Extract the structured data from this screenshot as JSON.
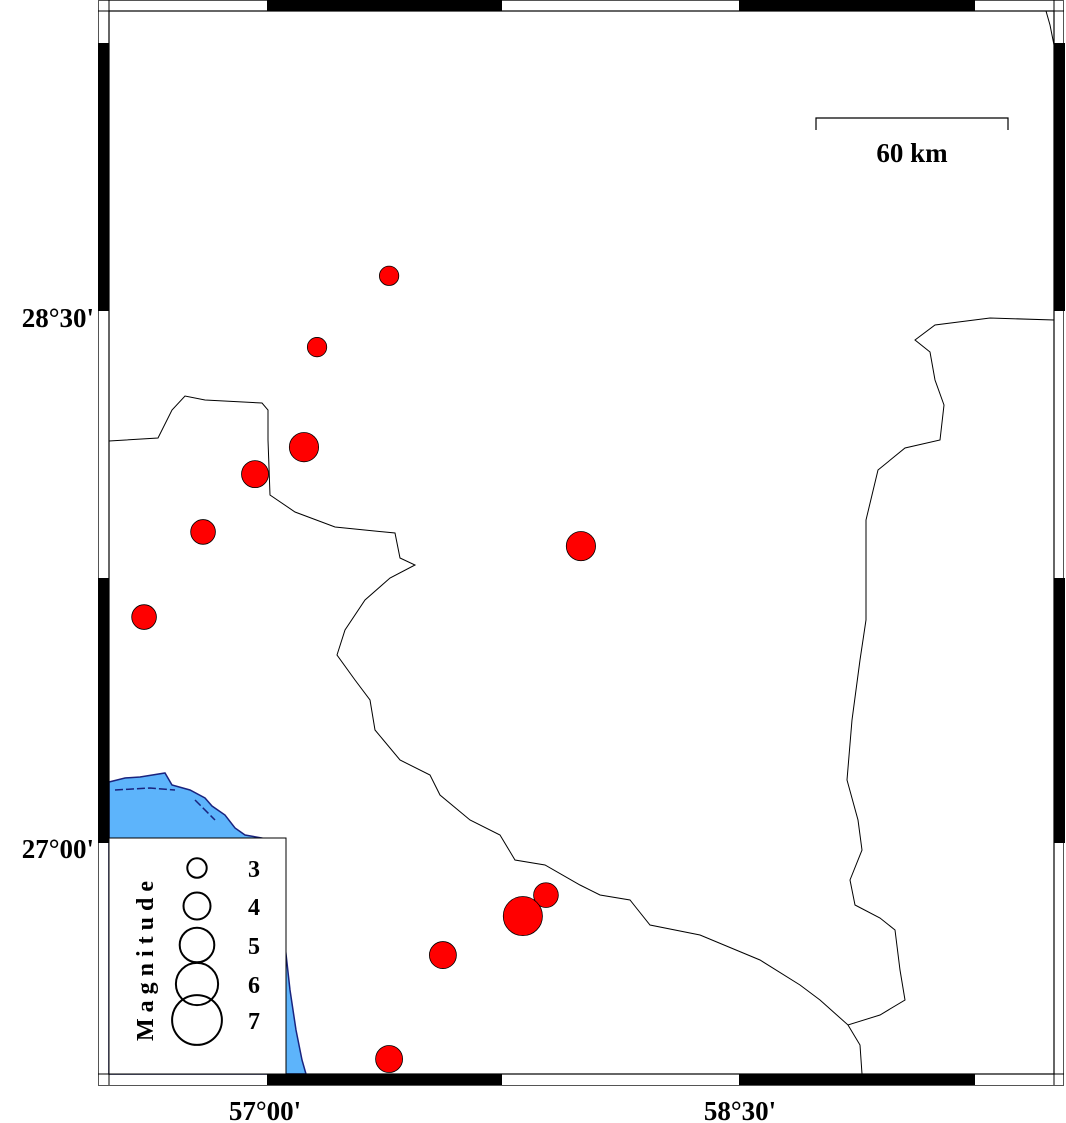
{
  "map": {
    "lon_range": [
      56.43,
      59.54
    ],
    "lat_range": [
      26.349,
      29.377
    ],
    "colors": {
      "event": "#ff0000",
      "sea": "#5db4fb",
      "coast": "#1a237e",
      "border": "#000000"
    },
    "axis_labels": {
      "left": [
        "28°30'",
        "27°00'"
      ],
      "bottom": [
        "57°00'",
        "58°30'"
      ]
    },
    "scale_bar": {
      "label": "60 km"
    },
    "events": [
      {
        "lon": 57.349,
        "lat": 28.599,
        "mag": 3.0
      },
      {
        "lon": 57.112,
        "lat": 28.398,
        "mag": 3.0
      },
      {
        "lon": 57.069,
        "lat": 28.116,
        "mag": 4.3
      },
      {
        "lon": 56.908,
        "lat": 28.04,
        "mag": 4.0
      },
      {
        "lon": 56.737,
        "lat": 27.877,
        "mag": 3.7
      },
      {
        "lon": 56.543,
        "lat": 27.637,
        "mag": 3.7
      },
      {
        "lon": 57.98,
        "lat": 27.837,
        "mag": 4.3
      },
      {
        "lon": 57.865,
        "lat": 26.853,
        "mag": 3.7
      },
      {
        "lon": 57.789,
        "lat": 26.794,
        "mag": 5.6
      },
      {
        "lon": 57.526,
        "lat": 26.684,
        "mag": 4.0
      },
      {
        "lon": 57.349,
        "lat": 26.391,
        "mag": 4.0
      }
    ]
  },
  "legend": {
    "title": "Magnitude",
    "entries": [
      {
        "mag": 3,
        "label": "3"
      },
      {
        "mag": 4,
        "label": "4"
      },
      {
        "mag": 5,
        "label": "5"
      },
      {
        "mag": 6,
        "label": "6"
      },
      {
        "mag": 7,
        "label": "7"
      }
    ]
  }
}
